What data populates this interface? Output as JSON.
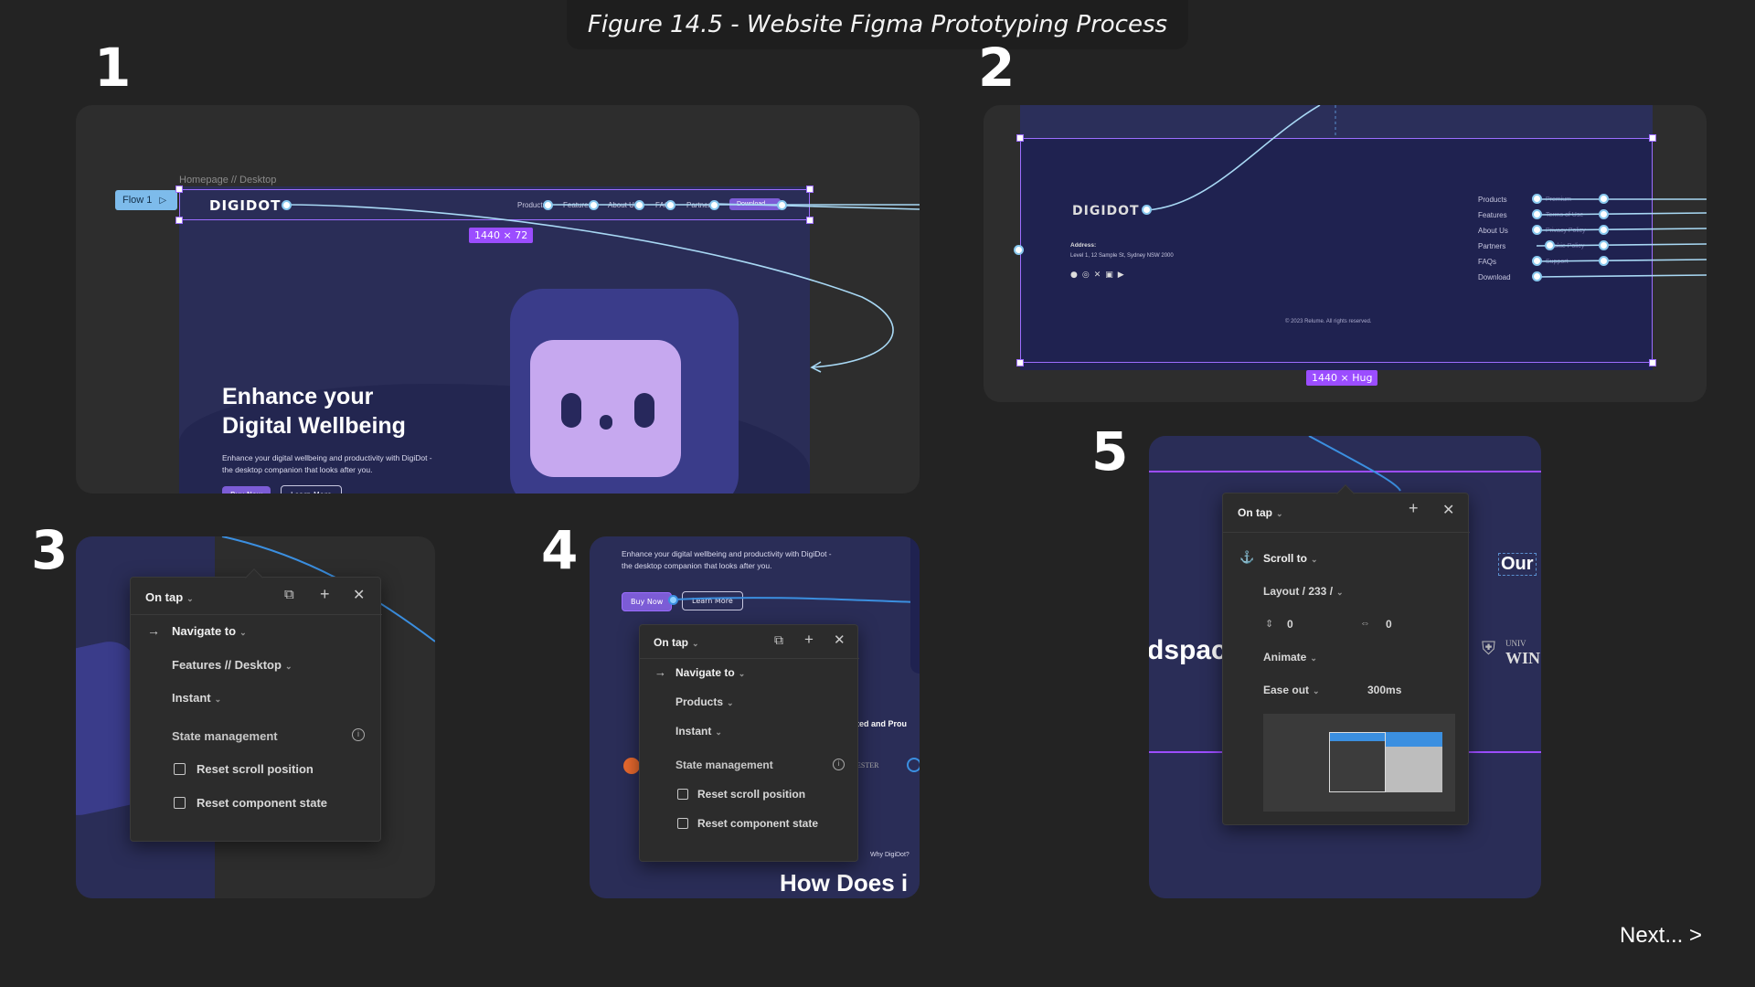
{
  "figure_title": "Figure 14.5 - Website Figma Prototyping Process",
  "steps": {
    "s1": "1",
    "s2": "2",
    "s3": "3",
    "s4": "4",
    "s5": "5"
  },
  "panel1": {
    "frame_name": "Homepage // Desktop",
    "flow_label": "Flow 1",
    "logo": "DIGIDOT",
    "nav": [
      "Products",
      "Features",
      "About Us",
      "FAQ",
      "Partners",
      "Download"
    ],
    "size_tag": "1440 × 72",
    "hero_title_1": "Enhance your",
    "hero_title_2": "Digital Wellbeing",
    "hero_sub_1": "Enhance your digital wellbeing and productivity with DigiDot -",
    "hero_sub_2": "the desktop companion that looks after you.",
    "buy_label": "Buy Now",
    "learn_label": "Learn More"
  },
  "panel2": {
    "logo": "DIGIDOT",
    "address_label": "Address:",
    "address": "Level 1, 12 Sample St, Sydney NSW 2000",
    "copyright": "© 2023 Relume. All rights reserved.",
    "links_left": [
      "Products",
      "Features",
      "About Us",
      "Partners",
      "FAQs",
      "Download"
    ],
    "links_right": [
      "Premium",
      "Terms of Use",
      "Privacy Policy",
      "Cookie Policy",
      "Support"
    ],
    "size_tag": "1440 × Hug"
  },
  "panel3": {
    "trigger": "On tap",
    "action": "Navigate to",
    "destination": "Features // Desktop",
    "transition": "Instant",
    "state_label": "State management",
    "reset_scroll": "Reset scroll position",
    "reset_component": "Reset component state"
  },
  "panel4": {
    "hero_sub_1": "Enhance your digital wellbeing and productivity with DigiDot -",
    "hero_sub_2": "the desktop companion that looks after you.",
    "buy_label": "Buy Now",
    "learn_label": "Learn More",
    "trigger": "On tap",
    "action": "Navigate to",
    "destination": "Products",
    "transition": "Instant",
    "state_label": "State management",
    "reset_scroll": "Reset scroll position",
    "reset_component": "Reset component state",
    "bg_text_1": "ted and Prou",
    "bg_text_2": "ESTER",
    "bg_text_3": "Why DigiDot?",
    "heading": "How Does i"
  },
  "panel5": {
    "trigger": "On tap",
    "action": "Scroll to",
    "destination": "Layout / 233 /",
    "offset_y": "0",
    "offset_x": "0",
    "transition": "Animate",
    "easing": "Ease out",
    "duration": "300ms",
    "bg_text_1": "Our",
    "bg_text_2": "dspac",
    "bg_text_3": "UNIV",
    "bg_text_4": "WIN"
  },
  "next_label": "Next... >"
}
